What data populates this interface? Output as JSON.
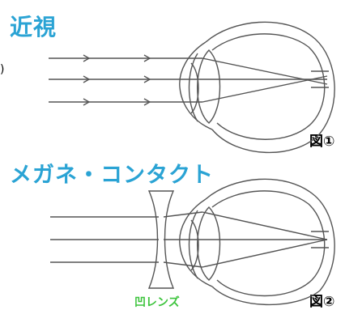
{
  "section1": {
    "title": "近視",
    "figure_label": "図①",
    "side_fragment": ")"
  },
  "section2": {
    "title": "メガネ・コンタクト",
    "figure_label": "図②",
    "lens_label": "凹レンズ"
  },
  "colors": {
    "title": "#2aa3d4",
    "lens_label": "#3ec43e",
    "line": "#555555"
  }
}
